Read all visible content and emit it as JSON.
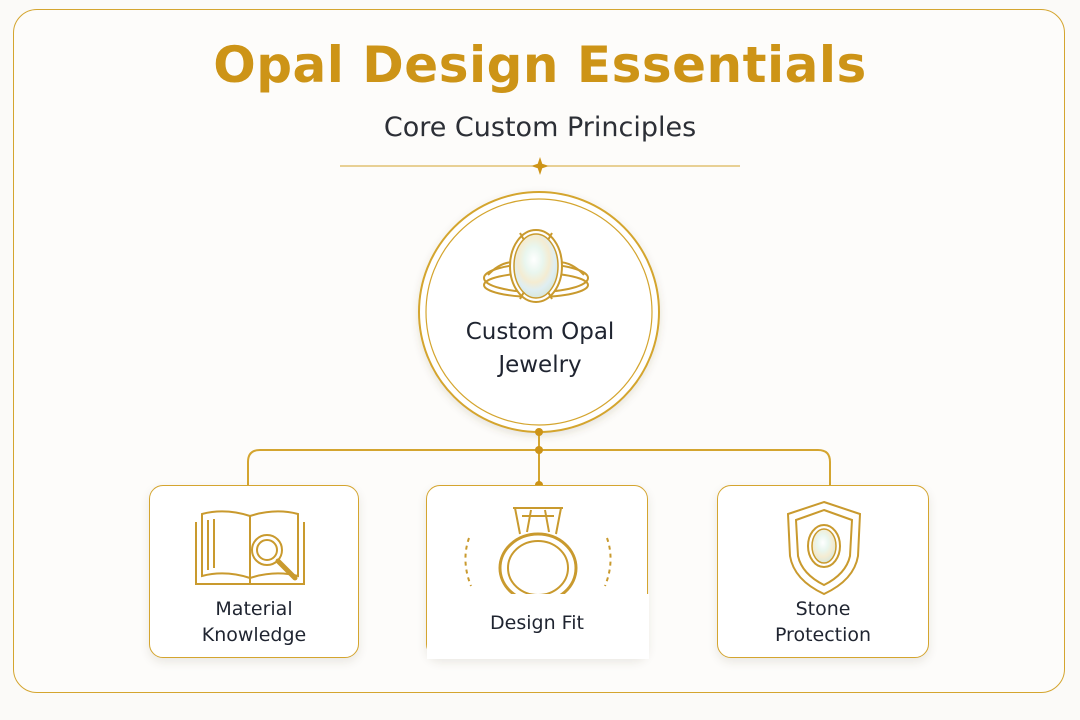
{
  "header": {
    "title": "Opal Design Essentials",
    "subtitle": "Core Custom Principles"
  },
  "hub": {
    "line1": "Custom Opal",
    "line2": "Jewelry",
    "icon": "opal-ring-icon"
  },
  "cards": [
    {
      "line1": "Material",
      "line2": "Knowledge",
      "icon": "book-magnifier-icon"
    },
    {
      "line1": "Design Fit",
      "icon": "ring-fit-icon"
    },
    {
      "line1": "Stone",
      "line2": "Protection",
      "icon": "shield-opal-icon"
    }
  ],
  "colors": {
    "accent_gold": "#cd9417",
    "line_gold": "#d4a52f",
    "text_dark": "#1f2430",
    "background": "#fbfaf8"
  }
}
